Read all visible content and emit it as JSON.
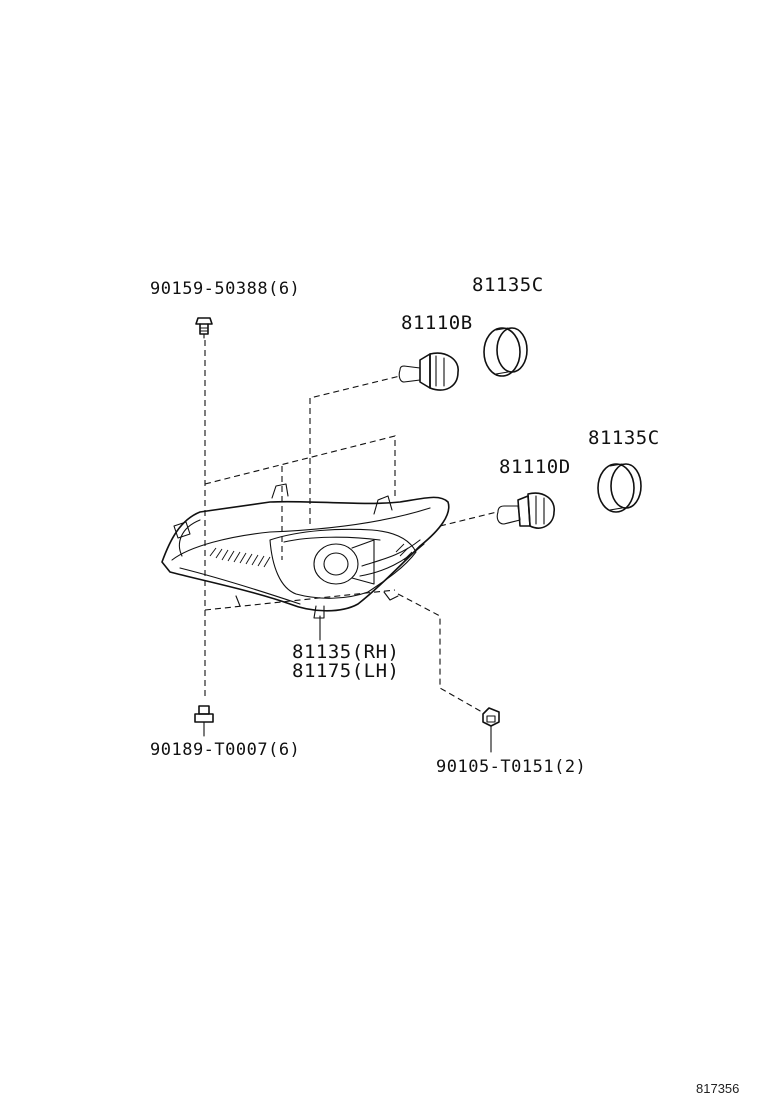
{
  "labels": {
    "screw_top": "90159-50388(6)",
    "bulb_b": "81110B",
    "cover_top": "81135C",
    "cover_right": "81135C",
    "bulb_d": "81110D",
    "unit_rh": "81135(RH)",
    "unit_lh": "81175(LH)",
    "screw_bottom_left": "90189-T0007(6)",
    "screw_bottom_right": "90105-T0151(2)"
  },
  "reference_number": "817356"
}
